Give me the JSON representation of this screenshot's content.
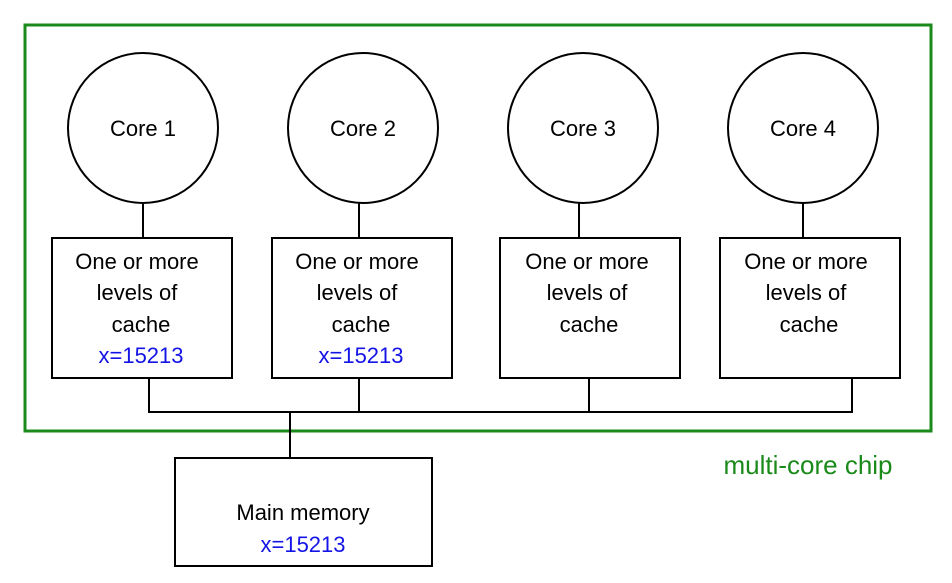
{
  "colors": {
    "chip_border": "#1a8a1a",
    "chip_label": "#1a8a1a",
    "value_text": "#1414e6",
    "line": "#000000",
    "text": "#000000"
  },
  "chip_label": "multi-core chip",
  "cores": [
    {
      "label": "Core 1",
      "cache_lines": [
        "One or more",
        "levels of",
        "cache"
      ],
      "cache_value": "x=15213"
    },
    {
      "label": "Core 2",
      "cache_lines": [
        "One or more",
        "levels of",
        "cache"
      ],
      "cache_value": "x=15213"
    },
    {
      "label": "Core 3",
      "cache_lines": [
        "One or more",
        "levels of",
        "cache"
      ],
      "cache_value": ""
    },
    {
      "label": "Core 4",
      "cache_lines": [
        "One or more",
        "levels of",
        "cache"
      ],
      "cache_value": ""
    }
  ],
  "main_memory": {
    "label": "Main memory",
    "value": "x=15213"
  }
}
